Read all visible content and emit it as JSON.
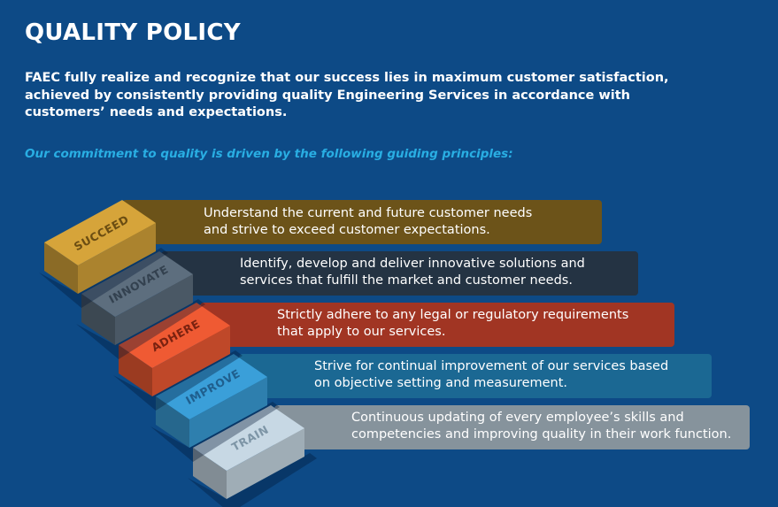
{
  "title": "QUALITY POLICY",
  "intro": "FAEC fully realize and recognize that our success lies in maximum customer satisfaction, achieved by consistently providing quality Engineering Services in accordance with customers’ needs and expectations.",
  "subtitle": "Our commitment to quality is driven by the following guiding principles:",
  "principles": [
    {
      "label": "SUCCEED",
      "line1": "Understand the current and future customer needs",
      "line2": "and strive to exceed customer expectations.",
      "block_color": "#d6a43a",
      "bar_color": "#6c5319"
    },
    {
      "label": "INNOVATE",
      "line1": "Identify, develop and deliver innovative solutions and",
      "line2": "services that fulfill the market and customer needs.",
      "block_color": "#5d6e7e",
      "bar_color": "#243343"
    },
    {
      "label": "ADHERE",
      "line1": "Strictly adhere to any legal or regulatory requirements",
      "line2": "that apply to our services.",
      "block_color": "#ef5a33",
      "bar_color": "#a13523"
    },
    {
      "label": "IMPROVE",
      "line1": "Strive for continual improvement of our services based",
      "line2": "on objective setting and measurement.",
      "block_color": "#3a9fd9",
      "bar_color": "#1b6893"
    },
    {
      "label": "TRAIN",
      "line1": "Continuous updating of every employee’s skills and",
      "line2": "competencies and improving quality in their work function.",
      "block_color": "#c7d8e4",
      "bar_color": "#86939c"
    }
  ]
}
